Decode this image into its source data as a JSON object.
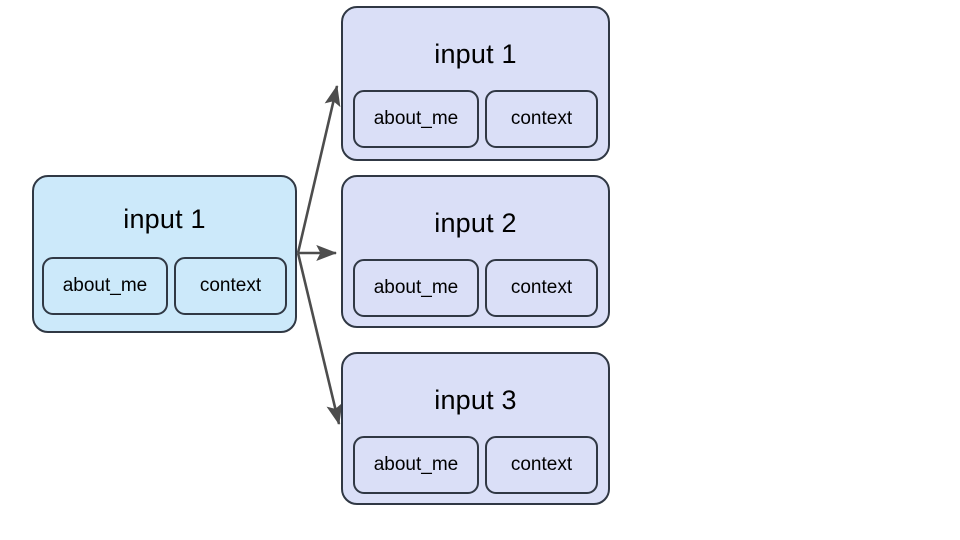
{
  "diagram": {
    "background_color": "#ffffff",
    "source_node": {
      "title": "input 1",
      "fill_color": "#cce9fa",
      "border_color": "#303844",
      "chips": [
        {
          "label": "about_me"
        },
        {
          "label": "context"
        }
      ]
    },
    "target_nodes": [
      {
        "title": "input 1",
        "fill_color": "#dadff7",
        "border_color": "#303844",
        "chips": [
          {
            "label": "about_me"
          },
          {
            "label": "context"
          }
        ]
      },
      {
        "title": "input 2",
        "fill_color": "#dadff7",
        "border_color": "#303844",
        "chips": [
          {
            "label": "about_me"
          },
          {
            "label": "context"
          }
        ]
      },
      {
        "title": "input 3",
        "fill_color": "#dadff7",
        "border_color": "#303844",
        "chips": [
          {
            "label": "about_me"
          },
          {
            "label": "context"
          }
        ]
      }
    ],
    "edges": {
      "color": "#4d4d4d",
      "count": 3
    }
  }
}
